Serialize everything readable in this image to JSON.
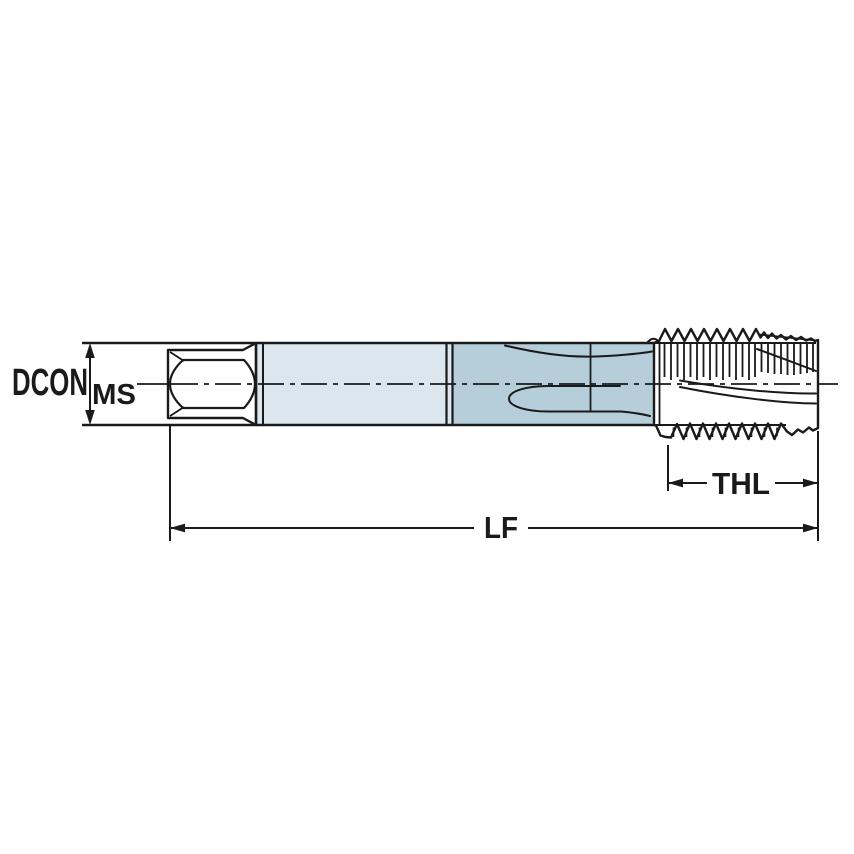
{
  "diagram": {
    "type": "technical-drawing",
    "subject": "spiral-point tap dimensional drawing",
    "labels": {
      "diameter": "DCON",
      "diameter_sub": "MS",
      "thread_length": "THL",
      "functional_length": "LF"
    },
    "colors": {
      "background": "#ffffff",
      "line": "#1a1a1a",
      "shank_fill": "#dbe6ee",
      "body_fill": "#b6cdda"
    }
  }
}
